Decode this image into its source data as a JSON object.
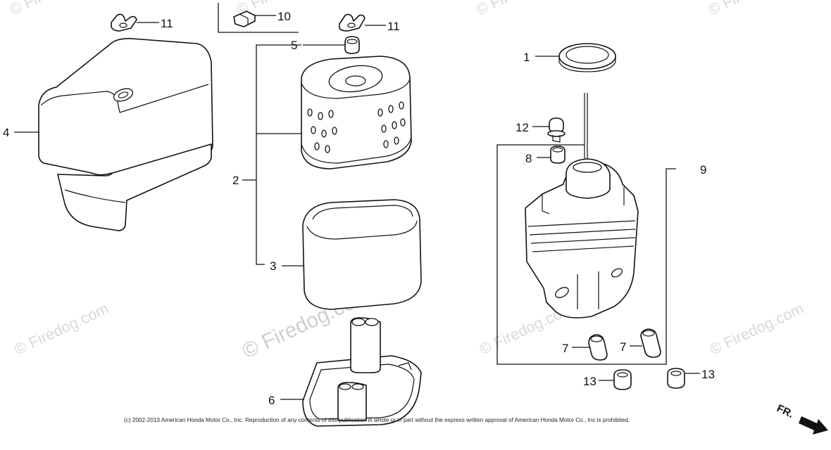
{
  "callouts": {
    "c1": "1",
    "c2": "2",
    "c3": "3",
    "c4": "4",
    "c5": "5",
    "c6": "6",
    "c7a": "7",
    "c7b": "7",
    "c8": "8",
    "c9": "9",
    "c10": "10",
    "c11a": "11",
    "c11b": "11",
    "c12": "12",
    "c13a": "13",
    "c13b": "13"
  },
  "watermark": {
    "center": "© Firedog.com",
    "small": "© Firedog.com"
  },
  "copyright": "(c) 2002-2013 American Honda Motor Co., Inc. Reproduction of any contents of this publication in whole or in part without the express written approval of American Honda Motor Co., Inc is prohibited.",
  "front_marker": "FR."
}
